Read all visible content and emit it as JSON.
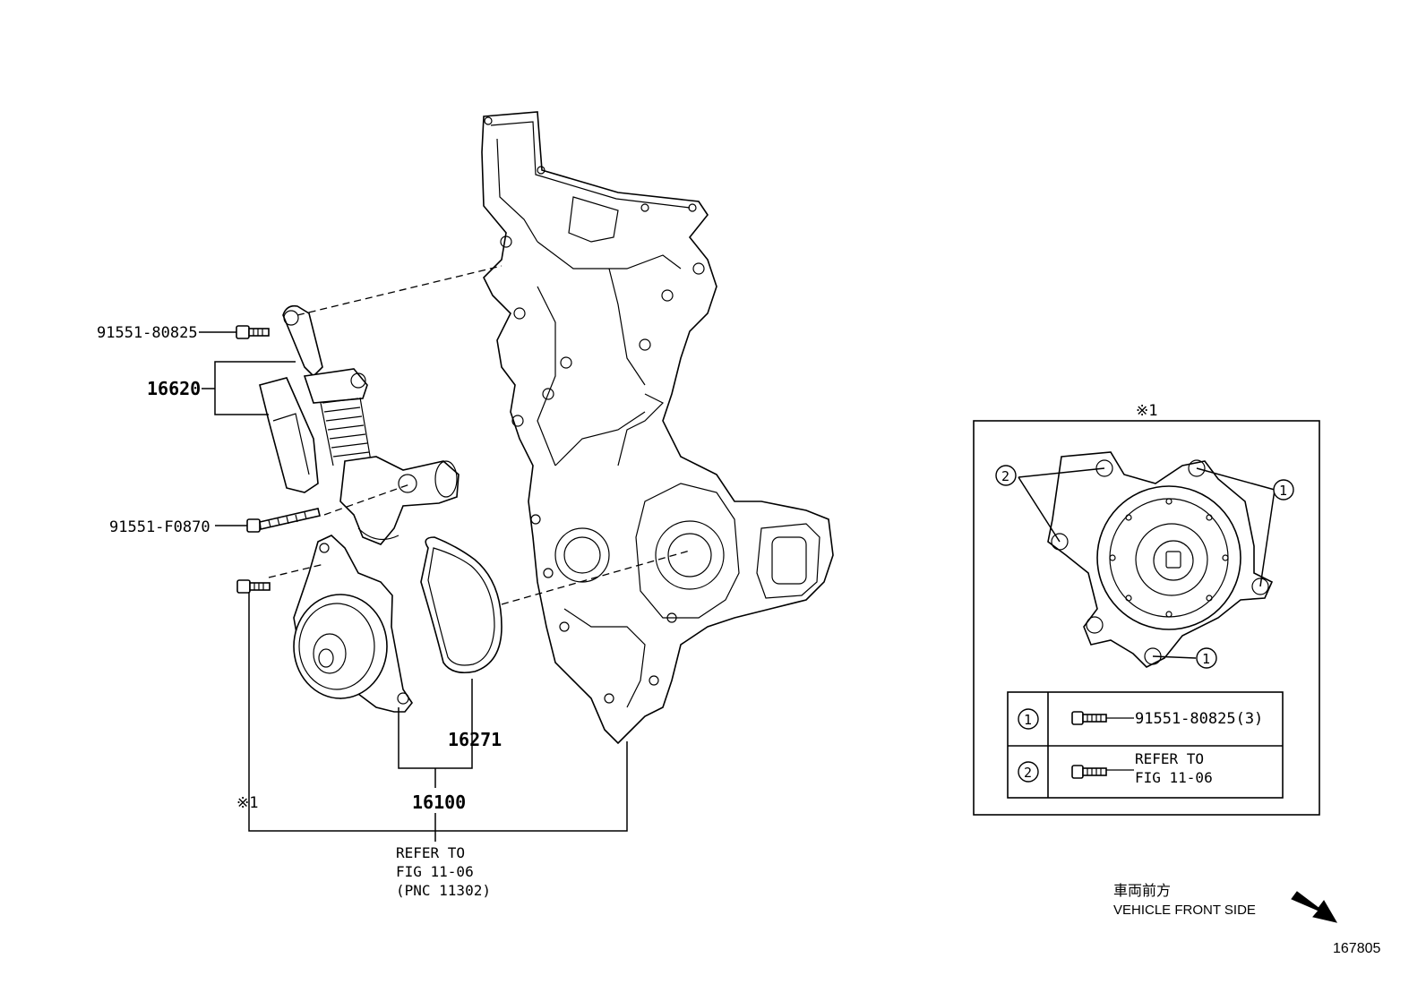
{
  "diagram": {
    "callouts": {
      "bolt_top": "91551-80825",
      "tensioner": "16620",
      "bolt_mid": "91551-F0870",
      "gasket": "16271",
      "water_pump": "16100",
      "note_mark": "※1",
      "refer_line1": "REFER TO",
      "refer_line2": "FIG 11-06",
      "refer_line3": "(PNC 11302)"
    },
    "detail": {
      "title": "※1",
      "marker_1": "1",
      "marker_2": "2",
      "table": [
        {
          "marker": "1",
          "text_line1": "91551-80825(3)",
          "text_line2": ""
        },
        {
          "marker": "2",
          "text_line1": "REFER TO",
          "text_line2": "FIG 11-06"
        }
      ]
    },
    "orientation": {
      "japanese": "車両前方",
      "english": "VEHICLE FRONT SIDE"
    },
    "figure_id": "167805"
  }
}
